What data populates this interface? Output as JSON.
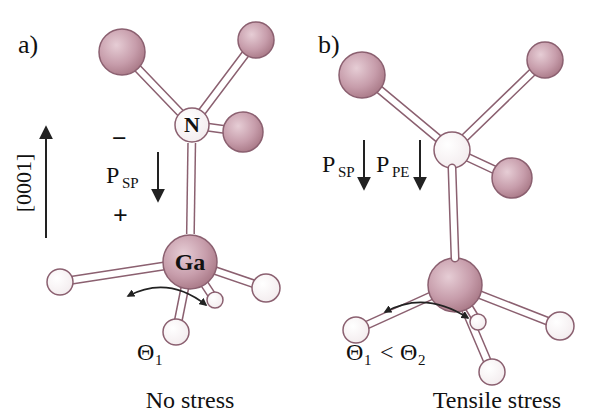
{
  "diagram": {
    "nodes": [
      {
        "text": [
          "N"
        ]
      },
      {
        "text": [
          "Ga"
        ]
      }
    ],
    "edges": [
      {
        "from": 0,
        "to": 1,
        "arrow": "none"
      }
    ],
    "labels": [
      "a)",
      "b)",
      "−",
      "+",
      "P",
      "SP",
      "[0001]",
      "Θ",
      "1",
      "P",
      "SP",
      "P",
      "PE",
      "Θ",
      "1",
      "<",
      "Θ",
      "2",
      "No stress",
      "Tensile stress"
    ]
  }
}
